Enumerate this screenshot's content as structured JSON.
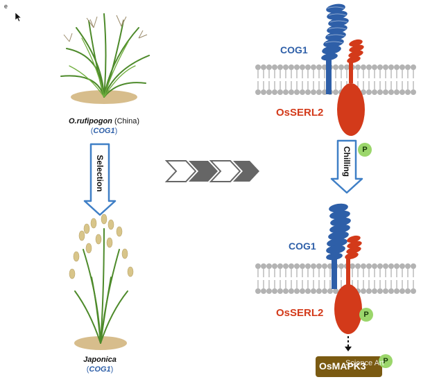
{
  "panel_letter": "e",
  "wild_plant": {
    "species": "O.rufipogon",
    "origin": "(China)",
    "gene_open": "(",
    "gene": "COG1",
    "gene_close": ")"
  },
  "selection_label": "Selection",
  "japonica_plant": {
    "species": "Japonica",
    "gene_open": "(",
    "gene": "COG1",
    "gene_close": ")"
  },
  "top_complex": {
    "cog1_label": "COG1",
    "osserl2_label": "OsSERL2"
  },
  "chilling_label": "Chilling",
  "phospho_label": "P",
  "bottom_complex": {
    "cog1_label": "COG1",
    "osserl2_label": "OsSERL2",
    "phospho_label": "P"
  },
  "target_box": {
    "label": "OsMAPK3",
    "phospho_label": "P"
  },
  "watermark": "Science Art",
  "colors": {
    "cog1_blue": "#2e5fa8",
    "osserl2_red": "#d33a1a",
    "phospho_green": "#9bd66b",
    "arrow_blue": "#3f7fc6",
    "chevron_gray": "#666666",
    "target_box_brown": "#7a5a12"
  }
}
